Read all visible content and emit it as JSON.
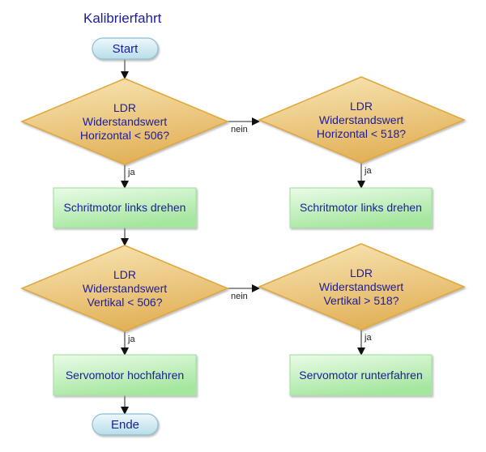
{
  "title": "Kalibrierfahrt",
  "colors": {
    "text": "#1c1c9c",
    "terminal_fill_top": "#eef8fc",
    "terminal_fill_bottom": "#b7dde9",
    "terminal_stroke": "#8fbfd2",
    "decision_fill_top": "#f8e6b6",
    "decision_fill_bottom": "#e3b35c",
    "decision_stroke": "#e0a73a",
    "process_fill_top": "#eafbe8",
    "process_fill_bottom": "#a6e7a0",
    "process_stroke": "#a7e3a2",
    "connector": "#555555"
  },
  "nodes": {
    "start": {
      "type": "terminal",
      "label": "Start"
    },
    "d1": {
      "type": "decision",
      "label": "LDR\nWiderstandswert\nHorizontal < 506?"
    },
    "d2": {
      "type": "decision",
      "label": "LDR\nWiderstandswert\nHorizontal < 518?"
    },
    "p1": {
      "type": "process",
      "label": "Schritmotor links drehen"
    },
    "p2": {
      "type": "process",
      "label": "Schritmotor links drehen"
    },
    "d3": {
      "type": "decision",
      "label": "LDR\nWiderstandswert\nVertikal < 506?"
    },
    "d4": {
      "type": "decision",
      "label": "LDR\nWiderstandswert\nVertikal > 518?"
    },
    "p3": {
      "type": "process",
      "label": "Servomotor hochfahren"
    },
    "p4": {
      "type": "process",
      "label": "Servomotor runterfahren"
    },
    "end": {
      "type": "terminal",
      "label": "Ende"
    }
  },
  "edges": [
    {
      "from": "start",
      "to": "d1",
      "label": ""
    },
    {
      "from": "d1",
      "to": "p1",
      "label": "ja"
    },
    {
      "from": "d1",
      "to": "d2",
      "label": "nein"
    },
    {
      "from": "d2",
      "to": "p2",
      "label": "ja"
    },
    {
      "from": "p1",
      "to": "d3",
      "label": ""
    },
    {
      "from": "d3",
      "to": "p3",
      "label": "ja"
    },
    {
      "from": "d3",
      "to": "d4",
      "label": "nein"
    },
    {
      "from": "d4",
      "to": "p4",
      "label": "ja"
    },
    {
      "from": "p3",
      "to": "end",
      "label": ""
    }
  ]
}
